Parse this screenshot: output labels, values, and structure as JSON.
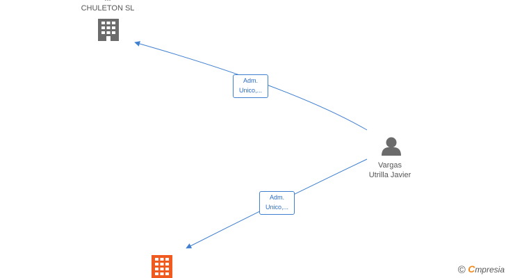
{
  "nodes": {
    "top_company": {
      "label_partial": "...",
      "label": "CHULETON SL",
      "icon": "building-icon",
      "color": "#6b6b6b"
    },
    "bottom_company": {
      "icon": "building-icon",
      "color": "#f05a1e"
    },
    "person": {
      "label_line1": "Vargas",
      "label_line2": "Utrilla Javier",
      "icon": "person-icon",
      "color": "#6b6b6b"
    }
  },
  "edges": [
    {
      "from": "person",
      "to": "top_company",
      "label_line1": "Adm.",
      "label_line2": "Unico,..."
    },
    {
      "from": "person",
      "to": "bottom_company",
      "label_line1": "Adm.",
      "label_line2": "Unico,..."
    }
  ],
  "footer": {
    "copyright_symbol": "©",
    "brand_first": "C",
    "brand_rest": "mpresia"
  },
  "colors": {
    "edge": "#3f7fd0",
    "edge_label_text": "#2a6cc4"
  }
}
